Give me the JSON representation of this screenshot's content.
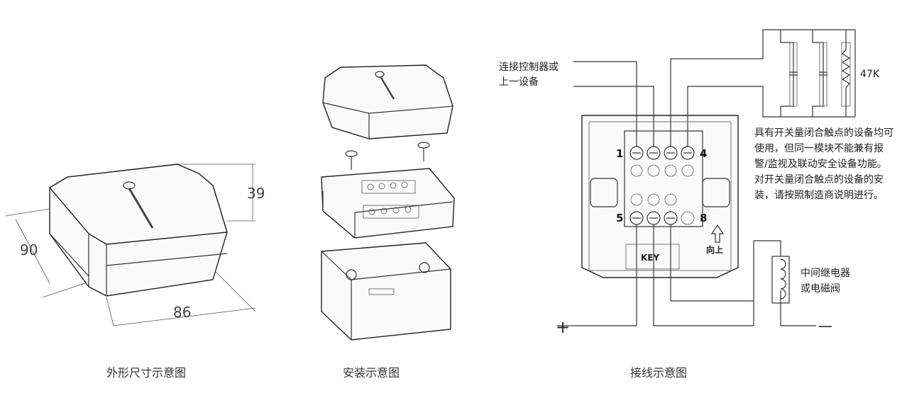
{
  "captions": {
    "dimensions": "外形尺寸示意图",
    "installation": "安装示意图",
    "wiring": "接线示意图"
  },
  "dimensions": {
    "height": "39",
    "depth": "90",
    "width": "86"
  },
  "wiring": {
    "controller_label_1": "连接控制器或",
    "controller_label_2": "上一设备",
    "resistor_label": "47K",
    "note_lines": [
      "具有开关量闭合触点的设备均可",
      "使用，但同一模块不能兼有报",
      "警/监视及联动安全设备功能。",
      "对开关量闭合触点的设备的安",
      "装，请按照制造商说明进行。"
    ],
    "relay_label_1": "中间继电器",
    "relay_label_2": "或电磁阀",
    "terminal_1": "1",
    "terminal_4": "4",
    "terminal_5": "5",
    "terminal_8": "8",
    "up_label": "向上",
    "key_label": "KEY",
    "plus": "+",
    "minus": "—"
  }
}
